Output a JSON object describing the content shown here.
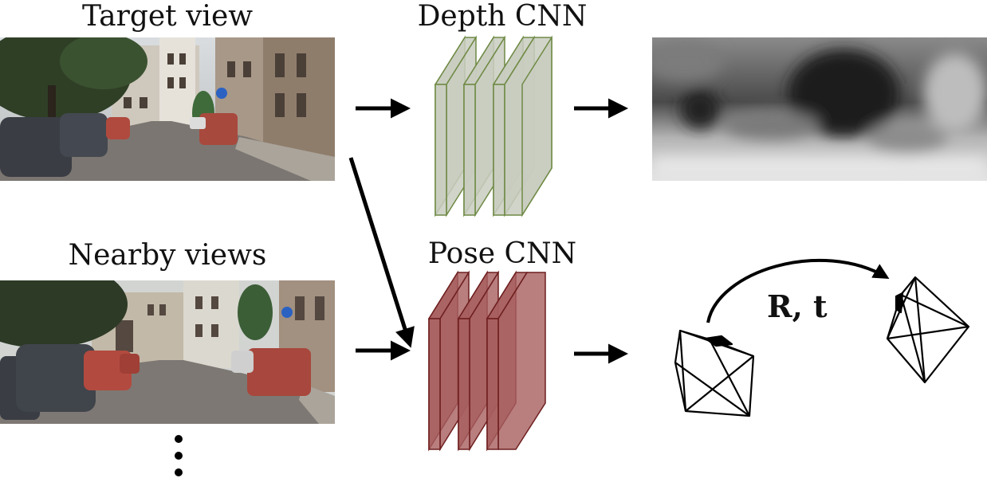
{
  "labels": {
    "target": "Target view",
    "nearby": "Nearby views",
    "depth": "Depth CNN",
    "pose": "Pose CNN",
    "transform": "R, t"
  },
  "colors": {
    "depth_fill": "#c9cdc0",
    "depth_stroke": "#6f8a45",
    "pose_fill": "#a85e5e",
    "pose_stroke": "#6e1f1f",
    "arrow": "#000000"
  },
  "icons": {
    "target_image": "street-scene-photo",
    "nearby_image": "street-scene-photo",
    "depth_output": "depth-map",
    "pose_output": "camera-frustum-pair"
  }
}
